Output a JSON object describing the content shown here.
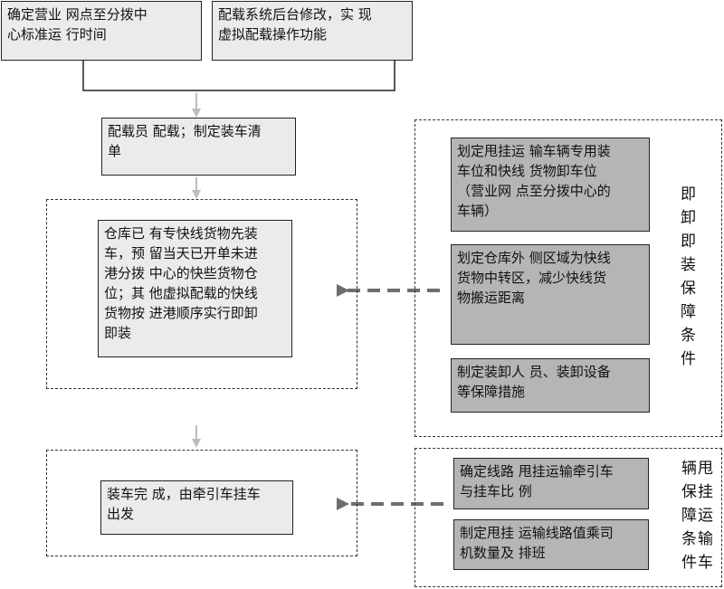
{
  "top_left": "确定营业 网点至分拨中\n心标准运 行时间",
  "top_right": "配载系统后台修改，实 现\n虚拟配载操作功能",
  "loading_clerk": "配载员 配载；制定装车清\n单",
  "warehouse": "仓库已 有专快线货物先装\n车，预 留当天已开单未进\n港分拨 中心的快些货物仓\n位；其 他虚拟配载的快线\n货物按 进港顺序实行即卸\n即装",
  "finish": "装车完 成，由牵引车挂车\n出发",
  "cond_group": {
    "label": "即\n卸\n即\n装\n保\n障\n条\n件",
    "items": [
      "划定甩挂运 输车辆专用装\n车位和快线 货物卸车位\n（营业网 点至分拨中心的\n车辆）",
      "划定仓库外 侧区域为快线\n货物中转区，减少快线货\n物搬运距离",
      "制定装卸人 员、装卸设备\n等保障措施"
    ]
  },
  "vehicle_group": {
    "label": "辆甩\n保挂\n障运\n条输\n件车",
    "items": [
      "确定线路 甩挂运输牵引车\n与挂车比 例",
      "制定甩挂 运输线路值乘司\n机数量及 排班"
    ]
  },
  "colors": {
    "light_box": "#ebebeb",
    "dark_box": "#b5b5b5",
    "arrow_gray": "#bdbdbd",
    "dash_arrow": "#6e6e6e"
  }
}
